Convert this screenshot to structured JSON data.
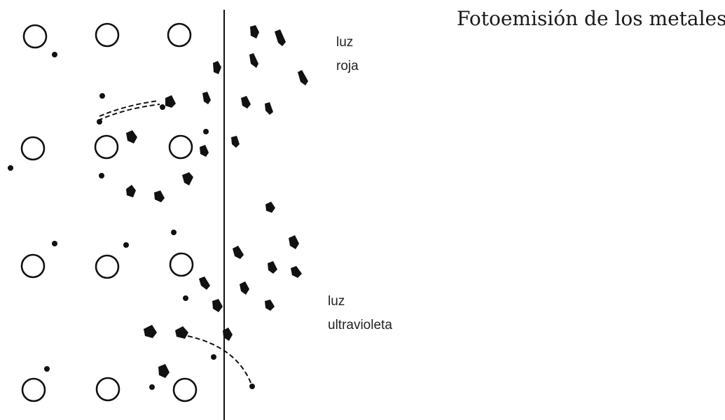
{
  "title": "Fotoemisión de los metales",
  "labels": {
    "red_light": [
      "luz",
      "roja"
    ],
    "uv_light": [
      "luz",
      "ultravioleta"
    ]
  },
  "colors": {
    "ink": "#111111",
    "background": "#ffffff"
  }
}
